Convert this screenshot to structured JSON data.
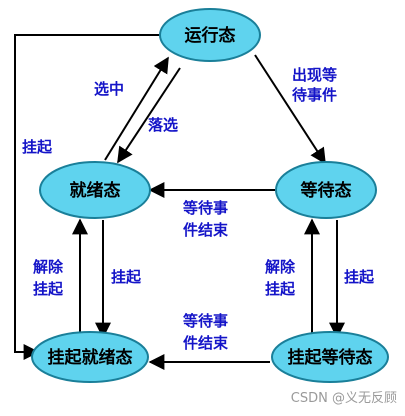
{
  "colors": {
    "node_fill": "#5fd3ee",
    "node_stroke": "#1a7f99",
    "edge": "#000000",
    "label": "#1414c8"
  },
  "nodes": {
    "running": "运行态",
    "ready": "就绪态",
    "waiting": "等待态",
    "suspended_ready": "挂起就绪态",
    "suspended_waiting": "挂起等待态"
  },
  "edges": {
    "select": "选中",
    "timeout": "落选",
    "wait_event_1": "出现等",
    "wait_event_2": "待事件",
    "event_done_top_1": "等待事",
    "event_done_top_2": "件结束",
    "event_done_bottom_1": "等待事",
    "event_done_bottom_2": "件结束",
    "suspend_left": "挂起",
    "activate_left_1": "解除",
    "activate_left_2": "挂起",
    "suspend_ready": "挂起",
    "activate_right_1": "解除",
    "activate_right_2": "挂起",
    "suspend_waiting": "挂起"
  },
  "watermark": "CSDN @义无反顾"
}
